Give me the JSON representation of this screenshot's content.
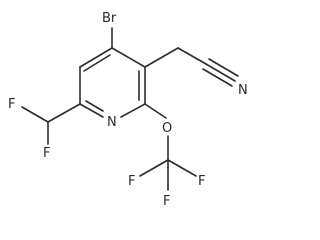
{
  "molecule": {
    "atoms": {
      "br": "Br",
      "n_ring": "N",
      "n_nitrile": "N",
      "o": "O",
      "f_chf2_top": "F",
      "f_chf2_bottom": "F",
      "f_cf3_left": "F",
      "f_cf3_right": "F",
      "f_cf3_bottom": "F"
    }
  }
}
